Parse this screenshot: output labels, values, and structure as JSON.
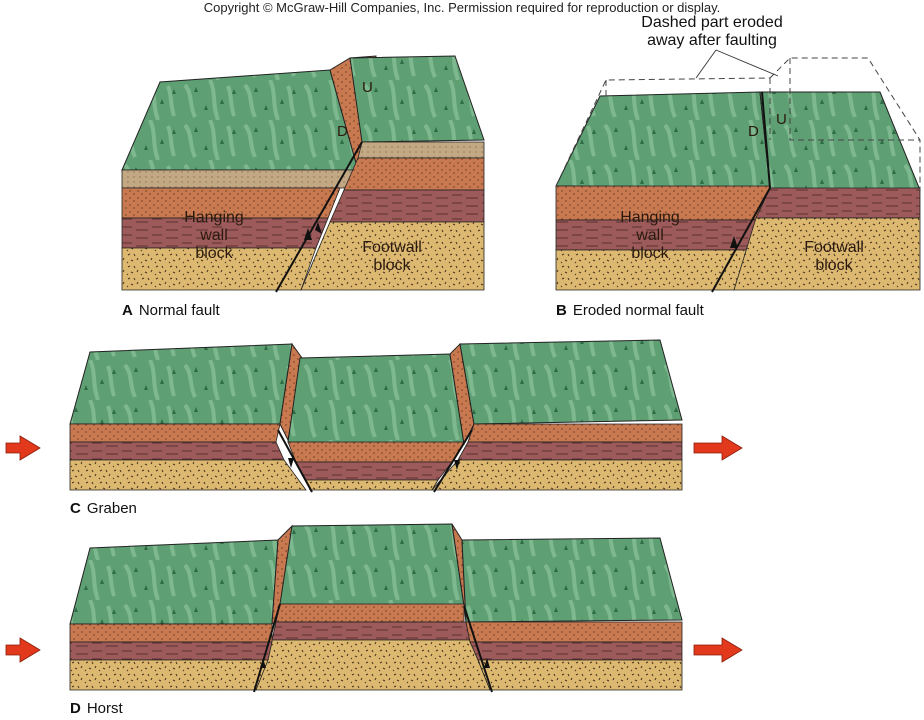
{
  "copyright": "Copyright © McGraw-Hill Companies, Inc. Permission required for reproduction or display.",
  "panels": {
    "a": {
      "letter": "A",
      "caption": "Normal fault",
      "hanging_wall": [
        "Hanging",
        "wall",
        "block"
      ],
      "footwall": [
        "Footwall",
        "block"
      ],
      "down": "D",
      "up": "U"
    },
    "b": {
      "letter": "B",
      "caption": "Eroded normal fault",
      "note": [
        "Dashed part eroded",
        "away after faulting"
      ],
      "hanging_wall": [
        "Hanging",
        "wall",
        "block"
      ],
      "footwall": [
        "Footwall",
        "block"
      ],
      "down": "D",
      "up": "U"
    },
    "c": {
      "letter": "C",
      "caption": "Graben"
    },
    "d": {
      "letter": "D",
      "caption": "Horst"
    }
  },
  "colors": {
    "grass": "#5f9f74",
    "grass_light": "#8cc49a",
    "grass_dark": "#2f6b45",
    "tan_soil": "#c2a883",
    "orange_layer": "#c9794f",
    "maroon_layer": "#9c5a5a",
    "sand_layer": "#dcb870",
    "arrow_red": "#e2391c"
  }
}
